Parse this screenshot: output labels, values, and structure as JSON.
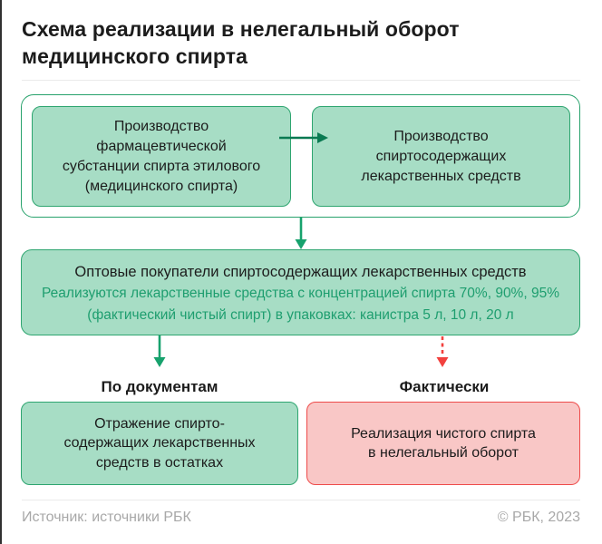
{
  "title_lines": [
    "Схема реализации в нелегальный оборот",
    "медицинского спирта"
  ],
  "flow": {
    "pharma_substance_box": [
      "Производство",
      "фармацевтической",
      "субстанции спирта этилового",
      "(медицинского спирта)"
    ],
    "alcohol_drugs_box": [
      "Производство",
      "спиртосодержащих",
      "лекарственных средств"
    ],
    "wholesale_box": {
      "title": "Оптовые покупатели спиртосодержащих лекарственных средств",
      "note_lines": [
        "Реализуются лекарственные средства с концентрацией спирта 70%, 90%, 95%",
        "(фактический чистый спирт) в упаковках: канистра 5 л, 10 л, 20 л"
      ]
    },
    "branch_labels": {
      "documents": "По документам",
      "actual": "Фактически"
    },
    "outcome_documents_box": [
      "Отражение спирто-",
      "содержащих лекарственных",
      "средств в остатках"
    ],
    "outcome_actual_box": [
      "Реализация чистого спирта",
      "в нелегальный оборот"
    ]
  },
  "icons": {
    "arrow_right": "arrow-right-icon",
    "arrow_down_solid": "arrow-down-solid-icon",
    "arrow_down_dashed": "arrow-down-dashed-icon"
  },
  "footer": {
    "source": "Источник: источники РБК",
    "copyright": "© РБК, 2023"
  },
  "colors": {
    "green_fill": "#a7ddc5",
    "green_border": "#2ea570",
    "container_border": "#28a26c",
    "arrow_green_dark": "#0a7a52",
    "arrow_green": "#17a26d",
    "green_note_text": "#1e9e6f",
    "red_fill": "#f9c7c6",
    "red_border": "#ee4b4a",
    "arrow_red": "#f2413e",
    "text_dark": "#1c1c1c",
    "footer_gray": "#a8a8a8",
    "separator": "#eaeaea",
    "window_edge": "#303030"
  }
}
